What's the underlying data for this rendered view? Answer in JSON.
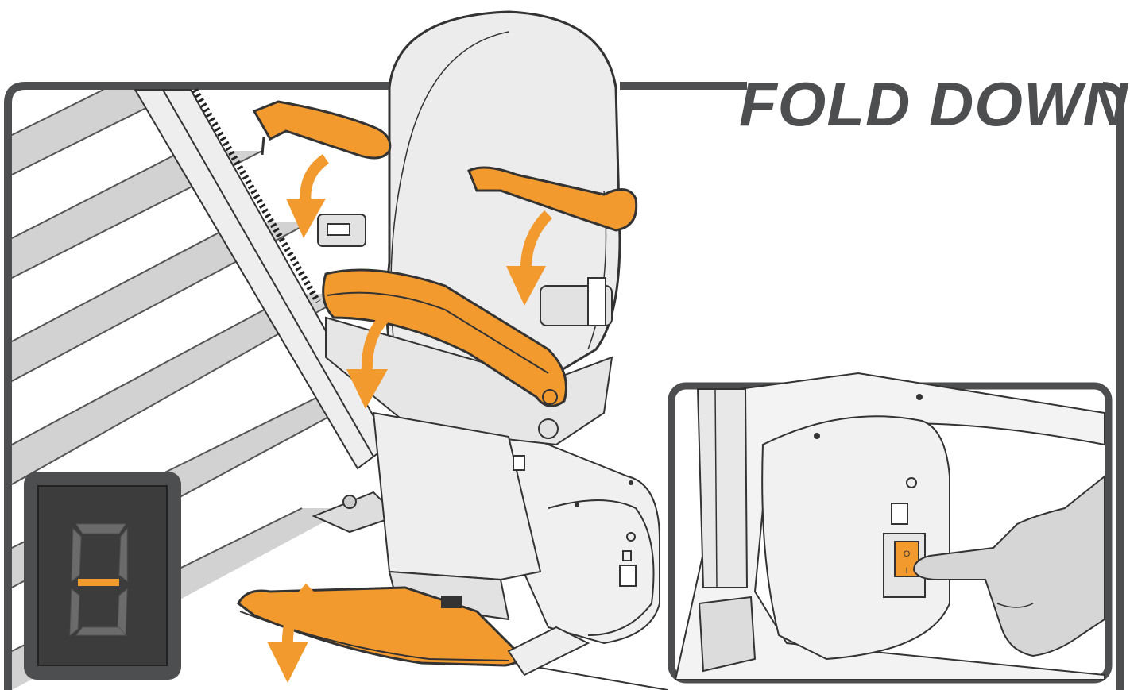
{
  "heading": "FOLD DOWN",
  "colors": {
    "frame": "#4d4e50",
    "accent_orange": "#f39a2e",
    "stair": "#d2d2d2",
    "chair_body": "#ececec",
    "display_bg": "#3c3c3c",
    "segment_off": "#6b6b6b"
  },
  "icons": [
    "arrow-down-icon",
    "seven-segment-display-icon",
    "rocker-switch-icon",
    "hand-icon"
  ],
  "display_panel": {
    "segment_active": "middle"
  },
  "switch_panel": {
    "switch_off_label": "O",
    "switch_on_label": "I"
  }
}
